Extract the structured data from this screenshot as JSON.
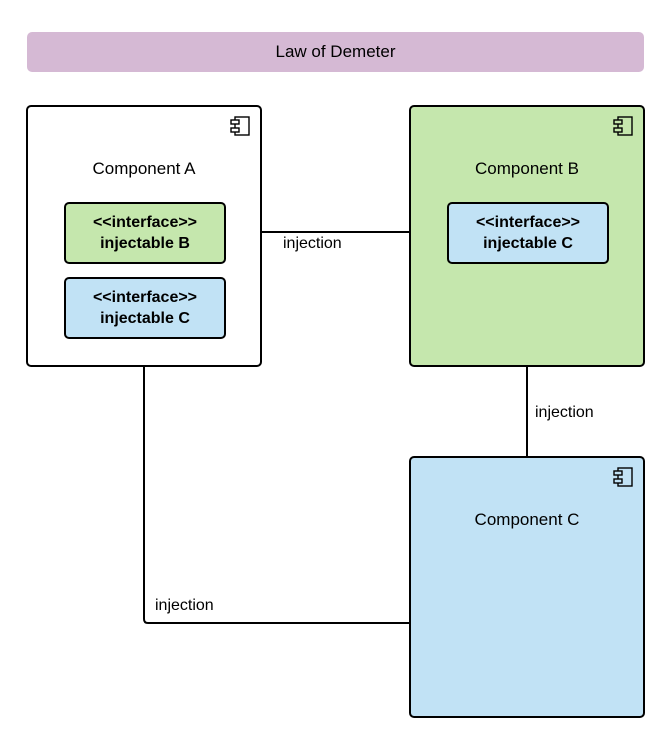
{
  "diagram": {
    "title": "Law of Demeter",
    "colors": {
      "title_band": "#d5b9d4",
      "green": "#c5e7ad",
      "blue": "#c1e2f5",
      "white": "#ffffff",
      "stroke": "#000000"
    },
    "components": {
      "a": {
        "title": "Component A",
        "icon": "component-icon",
        "interfaces": {
          "b": {
            "stereotype": "<<interface>>",
            "name": "injectable B"
          },
          "c": {
            "stereotype": "<<interface>>",
            "name": "injectable C"
          }
        }
      },
      "b": {
        "title": "Component B",
        "icon": "component-icon",
        "interfaces": {
          "c": {
            "stereotype": "<<interface>>",
            "name": "injectable C"
          }
        }
      },
      "c": {
        "title": "Component C",
        "icon": "component-icon"
      }
    },
    "edges": [
      {
        "from": "Component B",
        "to": "injectable B",
        "label": "injection"
      },
      {
        "from": "Component C",
        "to": "injectable C",
        "label": "injection"
      },
      {
        "from": "Component C",
        "to": "injectable C",
        "label": "injection"
      }
    ]
  }
}
